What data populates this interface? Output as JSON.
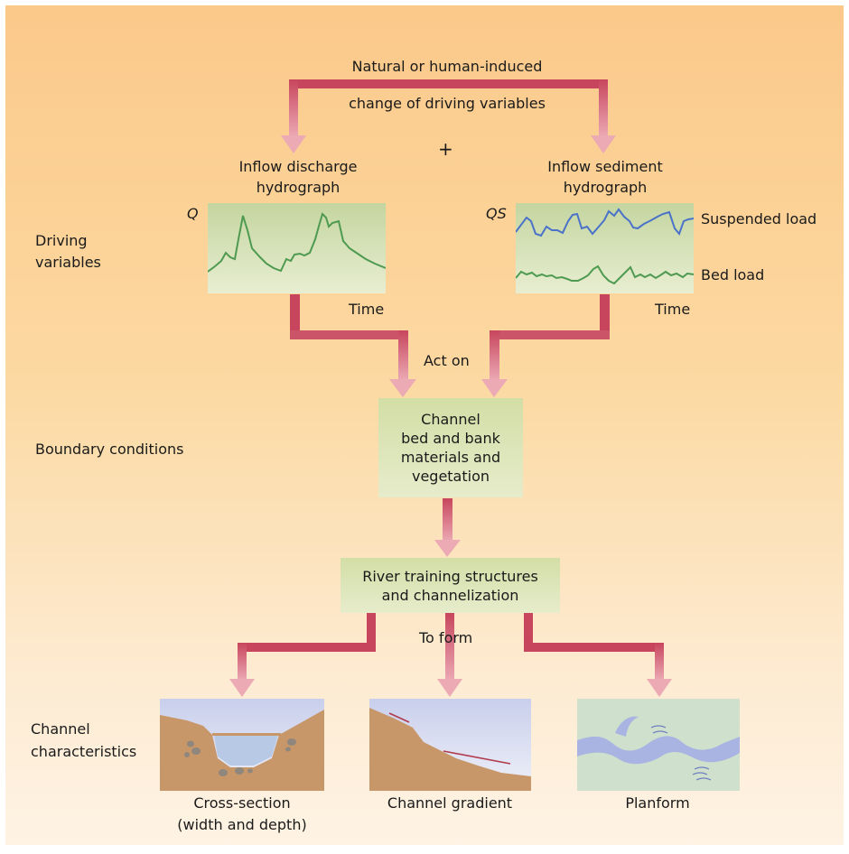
{
  "top": {
    "line1": "Natural or human-induced",
    "line2": "change of driving variables",
    "plus": "+"
  },
  "side_labels": {
    "driving_1": "Driving",
    "driving_2": "variables",
    "boundary": "Boundary conditions",
    "characteristics_1": "Channel",
    "characteristics_2": "characteristics"
  },
  "discharge": {
    "title_1": "Inflow discharge",
    "title_2": "hydrograph",
    "y_symbol": "Q",
    "x_label": "Time"
  },
  "sediment": {
    "title_1": "Inflow sediment",
    "title_2": "hydrograph",
    "y_symbol": "QS",
    "x_label": "Time",
    "series_suspended": "Suspended load",
    "series_bed": "Bed load"
  },
  "connectors": {
    "act_on": "Act on",
    "to_form": "To form"
  },
  "boxes": {
    "materials_1": "Channel",
    "materials_2": "bed and bank",
    "materials_3": "materials and",
    "materials_4": "vegetation",
    "training_1": "River training structures",
    "training_2": "and channelization"
  },
  "outputs": {
    "cross_1": "Cross-section",
    "cross_2": "(width and depth)",
    "gradient": "Channel gradient",
    "planform": "Planform"
  },
  "colors": {
    "arrow_dark": "#c7465d",
    "arrow_light": "#ecaab5",
    "discharge_line": "#4e9a50",
    "suspended_line": "#4a72c8",
    "bed_line": "#4e9a50"
  }
}
